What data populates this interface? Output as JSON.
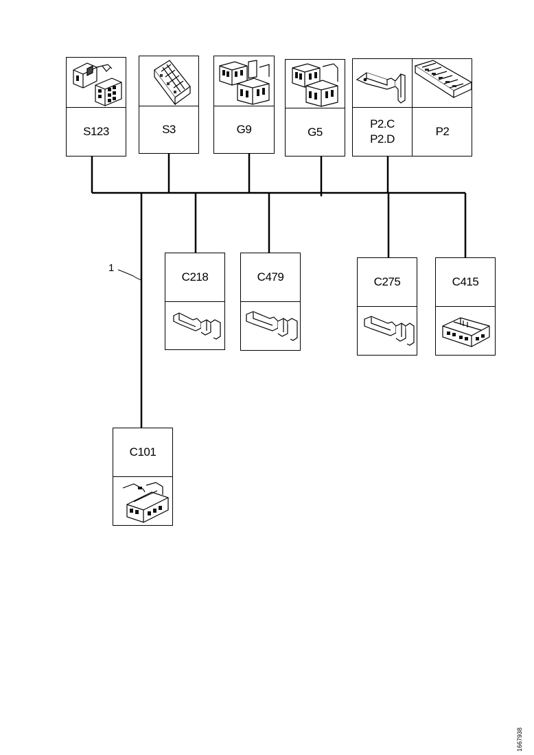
{
  "connectors_top": [
    {
      "id": "S123",
      "label": "S123",
      "icon": "dual-connector-housing-icon"
    },
    {
      "id": "S3",
      "label": "S3",
      "icon": "angled-connector-block-icon"
    },
    {
      "id": "G9",
      "label": "G9",
      "icon": "multi-pin-housing-icon"
    },
    {
      "id": "G5",
      "label": "G5",
      "icon": "multi-pin-housing-icon"
    },
    {
      "id": "P2CD",
      "label": "P2.C\nP2.D",
      "icon": "terminal-icon"
    },
    {
      "id": "P2",
      "label": "P2",
      "icon": "fuse-box-icon"
    }
  ],
  "connectors_bottom": [
    {
      "id": "C218",
      "label": "C218",
      "icon": "crimp-terminal-icon"
    },
    {
      "id": "C479",
      "label": "C479",
      "icon": "crimp-terminal-icon"
    },
    {
      "id": "C275",
      "label": "C275",
      "icon": "crimp-terminal-icon"
    },
    {
      "id": "C415",
      "label": "C415",
      "icon": "connector-housing-icon"
    },
    {
      "id": "C101",
      "label": "C101",
      "icon": "connector-housing-icon"
    }
  ],
  "harness_reference": "1",
  "figure_id": "1667938"
}
